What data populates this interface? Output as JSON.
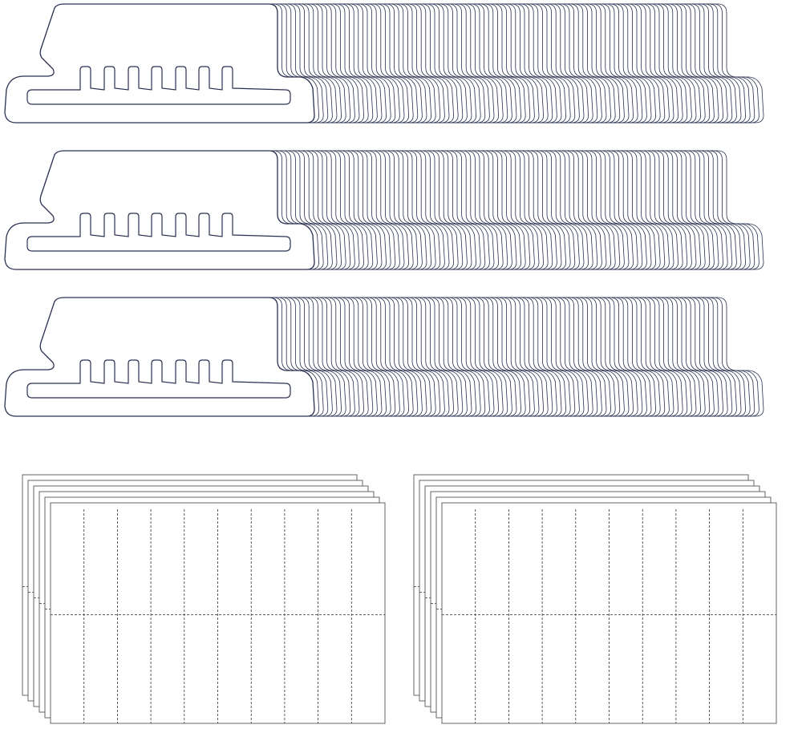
{
  "product": {
    "tab_groups": 3,
    "insert_sheet_stacks": 2,
    "sheets_per_stack": 6,
    "insert_columns": 10,
    "insert_rows": 2
  },
  "colors": {
    "background": "#ffffff",
    "tab_fill": "#ffffff",
    "tab_outline": "#2a3050",
    "sheet_outline": "#555555",
    "perforation": "#333333"
  }
}
